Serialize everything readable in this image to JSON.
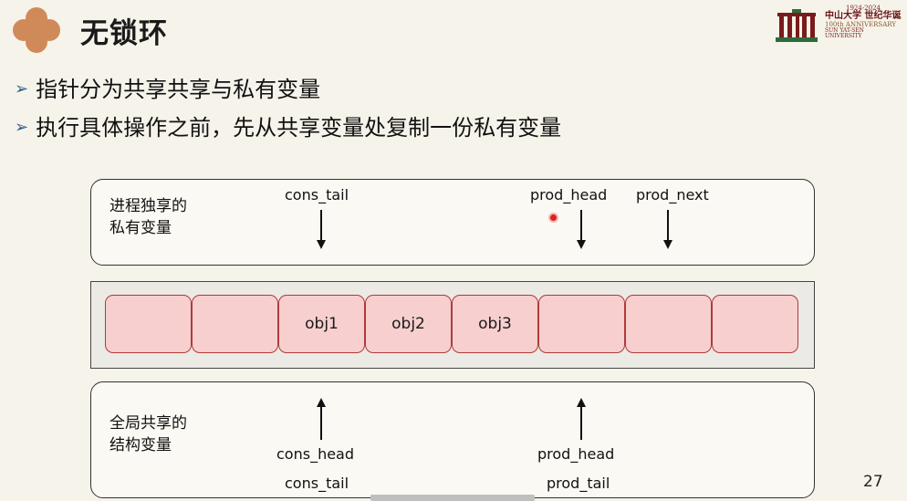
{
  "slide": {
    "title": "无锁环",
    "page_number": "27"
  },
  "logo": {
    "years": "1924-2024",
    "name": "中山大学 世纪华诞",
    "anniversary": "100th ANNIVERSARY",
    "university": "SUN YAT-SEN UNIVERSITY"
  },
  "bullets": [
    "指针分为共享共享与私有变量",
    "执行具体操作之前，先从共享变量处复制一份私有变量"
  ],
  "private_box": {
    "label_line1": "进程独享的",
    "label_line2": "私有变量",
    "pointers": [
      "cons_tail",
      "prod_head",
      "prod_next"
    ]
  },
  "ring": {
    "slots": [
      "",
      "",
      "obj1",
      "obj2",
      "obj3",
      "",
      "",
      ""
    ]
  },
  "shared_box": {
    "label_line1": "全局共享的",
    "label_line2": "结构变量",
    "pointers": [
      {
        "top": "cons_head",
        "bottom": "cons_tail"
      },
      {
        "top": "prod_head",
        "bottom": "prod_tail"
      }
    ]
  },
  "colors": {
    "slot_fill": "#f7cfcf",
    "slot_border": "#b03a3a",
    "badge": "#d08a5a",
    "bullet_arrow": "#2a5f8a"
  }
}
